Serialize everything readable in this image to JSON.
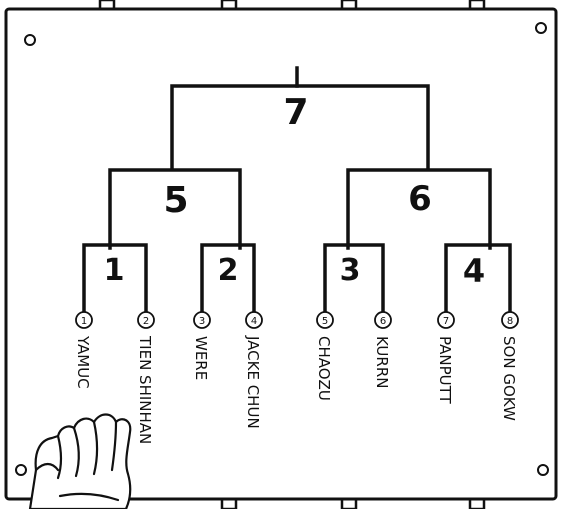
{
  "bracket": {
    "final": {
      "number": "7"
    },
    "semifinals": [
      {
        "number": "5"
      },
      {
        "number": "6"
      }
    ],
    "quarterfinals": [
      {
        "number": "1"
      },
      {
        "number": "2"
      },
      {
        "number": "3"
      },
      {
        "number": "4"
      }
    ],
    "entrants": [
      {
        "seed": "1",
        "name": "YAMUC"
      },
      {
        "seed": "2",
        "name": "TIEN SHINHAN"
      },
      {
        "seed": "3",
        "name": "WERE"
      },
      {
        "seed": "4",
        "name": "JACKE CHUN"
      },
      {
        "seed": "5",
        "name": "CHAOZU"
      },
      {
        "seed": "6",
        "name": "KURRN"
      },
      {
        "seed": "7",
        "name": "PANPUTT"
      },
      {
        "seed": "8",
        "name": "SON GOKW"
      }
    ]
  }
}
